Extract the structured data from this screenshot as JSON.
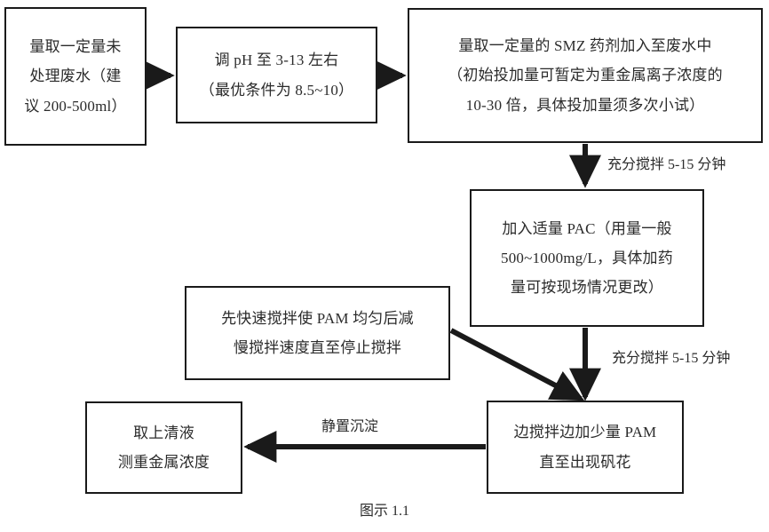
{
  "figure": {
    "caption": "图示 1.1",
    "stroke_color": "#1a1a1a",
    "text_color": "#2b2b2b",
    "background": "#ffffff"
  },
  "nodes": [
    {
      "id": "n1",
      "name": "measure-untreated-wastewater",
      "lines": [
        "量取一定量未",
        "处理废水（建",
        "议 200-500ml）"
      ]
    },
    {
      "id": "n2",
      "name": "adjust-ph",
      "lines": [
        "调 pH 至 3-13 左右",
        "（最优条件为 8.5~10）"
      ]
    },
    {
      "id": "n3",
      "name": "add-smz-agent",
      "lines": [
        "量取一定量的 SMZ 药剂加入至废水中",
        "（初始投加量可暂定为重金属离子浓度的",
        "10-30 倍，具体投加量须多次小试）"
      ]
    },
    {
      "id": "n4",
      "name": "add-pac",
      "lines": [
        "加入适量 PAC（用量一般",
        "500~1000mg/L，具体加药",
        "量可按现场情况更改）"
      ]
    },
    {
      "id": "n5",
      "name": "pam-stirring-instruction",
      "lines": [
        "先快速搅拌使 PAM 均匀后减",
        "慢搅拌速度直至停止搅拌"
      ]
    },
    {
      "id": "n6",
      "name": "add-pam-while-stirring",
      "lines": [
        "边搅拌边加少量 PAM",
        "直至出现矾花"
      ]
    },
    {
      "id": "n7",
      "name": "take-supernatant-measure",
      "lines": [
        "取上清液",
        "测重金属浓度"
      ]
    }
  ],
  "edge_labels": [
    {
      "id": "e1",
      "name": "stir-label-upper",
      "text": "充分搅拌 5-15 分钟"
    },
    {
      "id": "e2",
      "name": "stir-label-lower",
      "text": "充分搅拌 5-15 分钟"
    },
    {
      "id": "e3",
      "name": "settle-label",
      "text": "静置沉淀"
    }
  ]
}
